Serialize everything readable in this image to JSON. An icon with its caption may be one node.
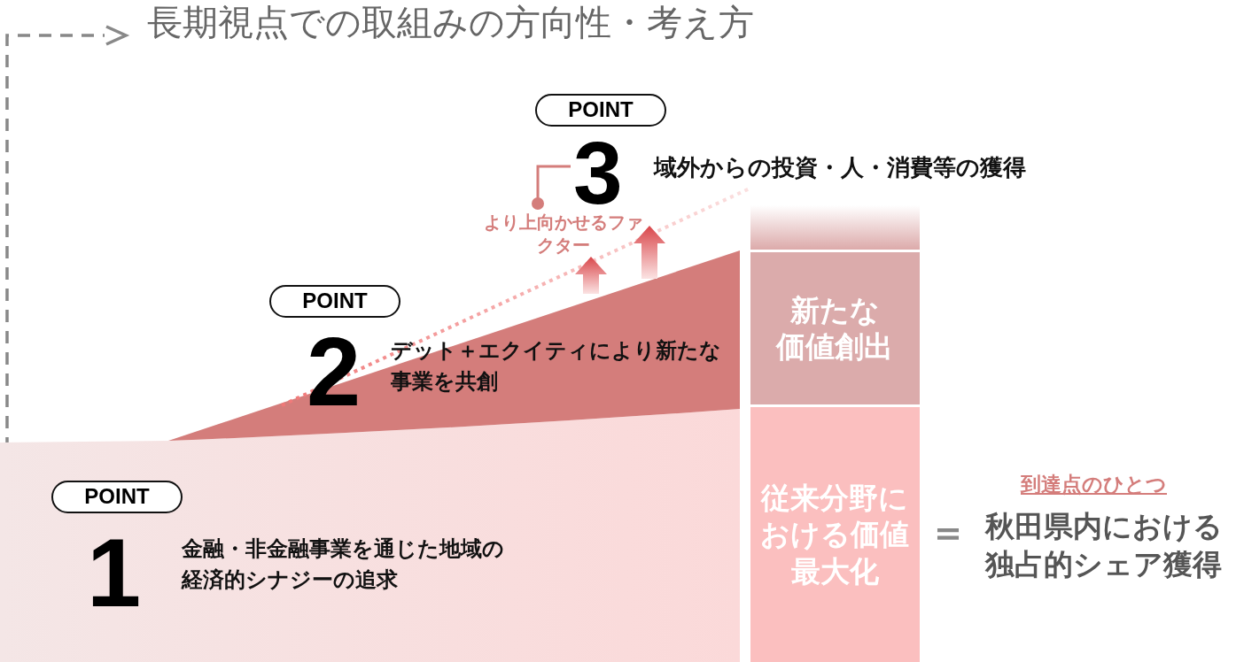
{
  "diagram": {
    "title": "長期視点での取組みの方向性・考え方",
    "nodes": [
      {
        "text": [
          "POINT"
        ]
      },
      {
        "text": [
          "POINT"
        ]
      },
      {
        "text": [
          "POINT"
        ]
      },
      {
        "text": [
          "3"
        ]
      },
      {
        "text": [
          "より上向かせるファクター"
        ]
      },
      {
        "text": [],
        "shape": "box"
      },
      {
        "text": [
          "新たな価値創出"
        ]
      },
      {
        "text": [
          "従来分野における価値最大化"
        ]
      }
    ],
    "edges": [
      {
        "from": 4,
        "to": 3,
        "arrow": "other",
        "color": "#d47d7b"
      }
    ],
    "labels": [
      "1",
      "金融・非金融事業を通じた地域の経済的シナジーの追求",
      "2",
      "デット＋エクイティにより新たな事業を共創",
      "域外からの投資・人・消費等の獲得",
      "＝",
      "到達点のひとつ",
      "秋田県内における独占的シェア獲得"
    ]
  }
}
